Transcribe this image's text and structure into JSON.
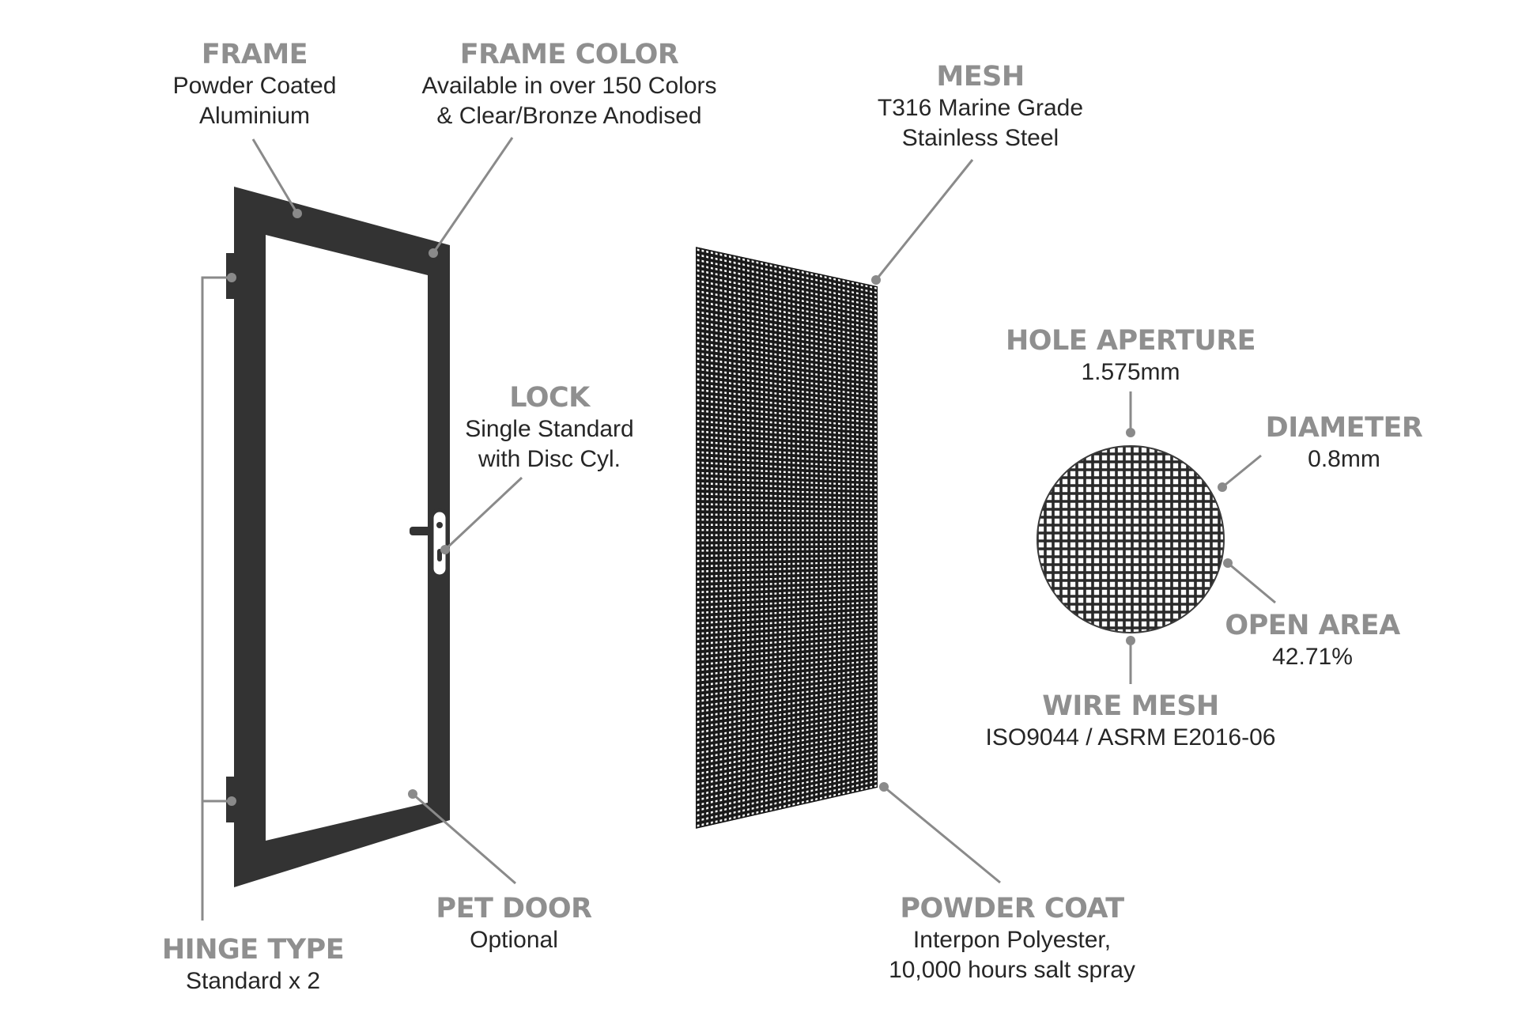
{
  "labels": {
    "frame": {
      "title": "FRAME",
      "line1": "Powder Coated",
      "line2": "Aluminium"
    },
    "frame_color": {
      "title": "FRAME COLOR",
      "line1": "Available in over 150 Colors",
      "line2": "& Clear/Bronze Anodised"
    },
    "mesh": {
      "title": "MESH",
      "line1": "T316 Marine Grade",
      "line2": "Stainless Steel"
    },
    "lock": {
      "title": "LOCK",
      "line1": "Single Standard",
      "line2": "with Disc Cyl."
    },
    "hole_aperture": {
      "title": "HOLE APERTURE",
      "line1": "1.575mm"
    },
    "diameter": {
      "title": "DIAMETER",
      "line1": "0.8mm"
    },
    "open_area": {
      "title": "OPEN AREA",
      "line1": "42.71%"
    },
    "wire_mesh": {
      "title": "WIRE MESH",
      "line1": "ISO9044 / ASRM E2016-06"
    },
    "pet_door": {
      "title": "PET DOOR",
      "line1": "Optional"
    },
    "hinge_type": {
      "title": "HINGE TYPE",
      "line1": "Standard x 2"
    },
    "powder_coat": {
      "title": "POWDER COAT",
      "line1": "Interpon Polyester,",
      "line2": "10,000 hours salt spray"
    }
  },
  "colors": {
    "frame": "#333333",
    "title_text": "#8f8f8f",
    "body_text": "#262626",
    "leader_line": "#8a8a8a",
    "mesh_wire": "#1a1a1a"
  }
}
